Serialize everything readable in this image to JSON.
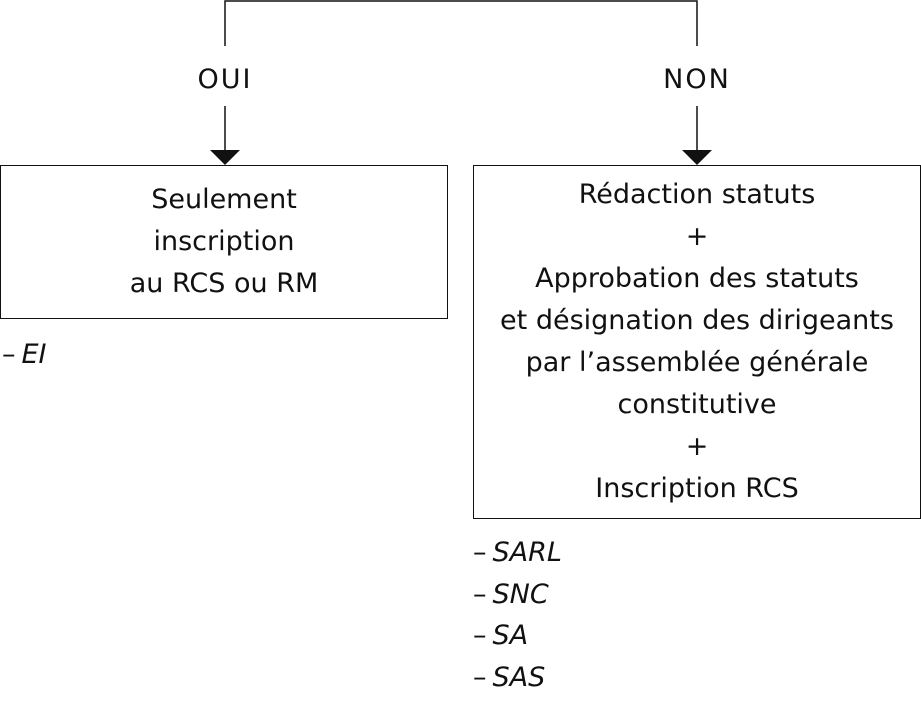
{
  "branches": {
    "yes": {
      "label": "OUI",
      "box_lines": [
        "Seulement",
        "inscription",
        "au RCS ou RM"
      ],
      "examples": [
        "EI"
      ]
    },
    "no": {
      "label": "NON",
      "box_lines": [
        "Rédaction statuts",
        "+",
        "Approbation des statuts",
        "et désignation des dirigeants",
        "par l’assemblée générale",
        "constitutive",
        "+",
        "Inscription RCS"
      ],
      "examples": [
        "SARL",
        "SNC",
        "SA",
        "SAS"
      ]
    }
  },
  "list_marker": "–",
  "line_color": "#111111"
}
